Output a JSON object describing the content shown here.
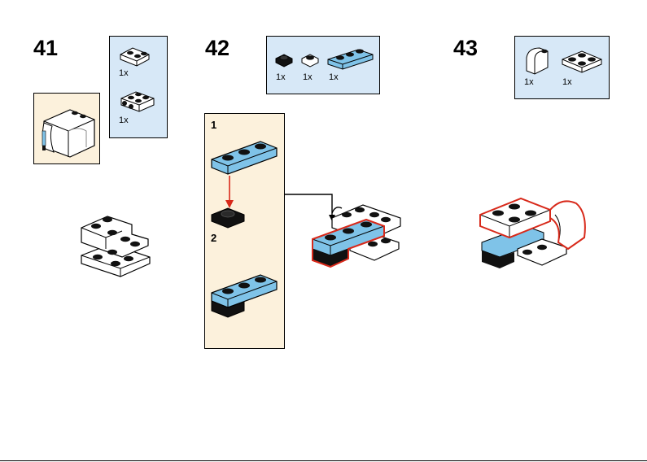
{
  "steps": [
    {
      "number": "41",
      "parts": [
        {
          "qty": "1x",
          "icon": "white-corner-plate-icon"
        },
        {
          "qty": "1x",
          "icon": "white-bracket-plate-icon"
        }
      ]
    },
    {
      "number": "42",
      "parts": [
        {
          "qty": "1x",
          "icon": "black-1x1-plate-icon"
        },
        {
          "qty": "1x",
          "icon": "white-1x1-plate-icon"
        },
        {
          "qty": "1x",
          "icon": "blue-1x3-plate-icon"
        }
      ],
      "substeps": [
        "1",
        "2"
      ]
    },
    {
      "number": "43",
      "parts": [
        {
          "qty": "1x",
          "icon": "white-curved-slope-icon"
        },
        {
          "qty": "1x",
          "icon": "white-2x2-plate-icon"
        }
      ]
    }
  ],
  "colors": {
    "parts_panel": "#d7e8f7",
    "callout_panel": "#fcf1dc",
    "brick_blue": "#7fc3e8",
    "brick_white": "#ffffff",
    "brick_black": "#111111",
    "highlight_outline": "#d8291a"
  }
}
